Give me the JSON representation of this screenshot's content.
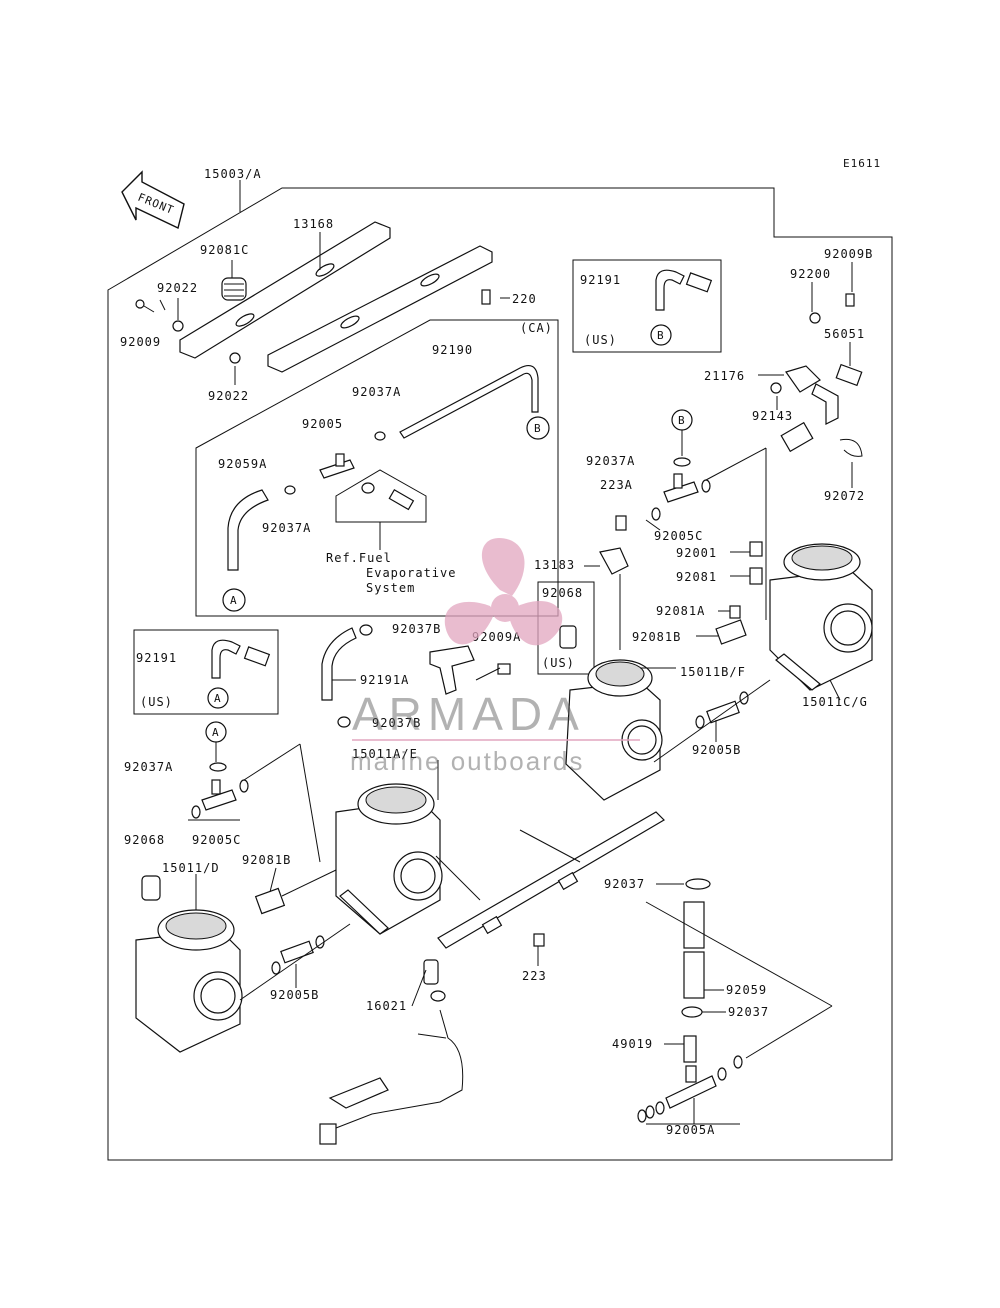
{
  "diagram_code": "E1611",
  "front_label": "FRONT",
  "labels": {
    "p15003A": "15003/A",
    "p13168": "13168",
    "p92081C": "92081C",
    "p92022a": "92022",
    "p92022b": "92022",
    "p92009": "92009",
    "p220": "220",
    "ca": "(CA)",
    "p92190": "92190",
    "p92037A_1": "92037A",
    "p92005": "92005",
    "p92059A": "92059A",
    "p92037A_2": "92037A",
    "ref_line1": "Ref.Fuel",
    "ref_line2": "Evaporative",
    "ref_line3": "System",
    "p92191_us1": "92191",
    "us1": "(US)",
    "p92009B": "92009B",
    "p92200": "92200",
    "p56051": "56051",
    "p21176": "21176",
    "p92143": "92143",
    "p92072": "92072",
    "p92037A_3": "92037A",
    "p223A": "223A",
    "p92005C_1": "92005C",
    "p92001": "92001",
    "p92081": "92081",
    "p92081A": "92081A",
    "p92081B_1": "92081B",
    "p13183": "13183",
    "p92068_1": "92068",
    "us3": "(US)",
    "p92009A": "92009A",
    "p92037B_1": "92037B",
    "p92191A": "92191A",
    "p92037B_2": "92037B",
    "p15011BF": "15011B/F",
    "p15011CG": "15011C/G",
    "p92005B_1": "92005B",
    "p92191_us2": "92191",
    "us2": "(US)",
    "p15011AE": "15011A/E",
    "p92037A_4": "92037A",
    "p92005C_2": "92005C",
    "p92068_2": "92068",
    "p15011D": "15011/D",
    "p92081B_2": "92081B",
    "p92005B_2": "92005B",
    "p223": "223",
    "p92037": "92037",
    "p92059": "92059",
    "p92037_2": "92037",
    "p49019": "49019",
    "p16021": "16021",
    "p92005A": "92005A",
    "callout_A": "A",
    "callout_B": "B"
  },
  "watermark": {
    "brand": "ARMADA",
    "tagline": "marine outboards",
    "color": "#e2a6c0"
  }
}
